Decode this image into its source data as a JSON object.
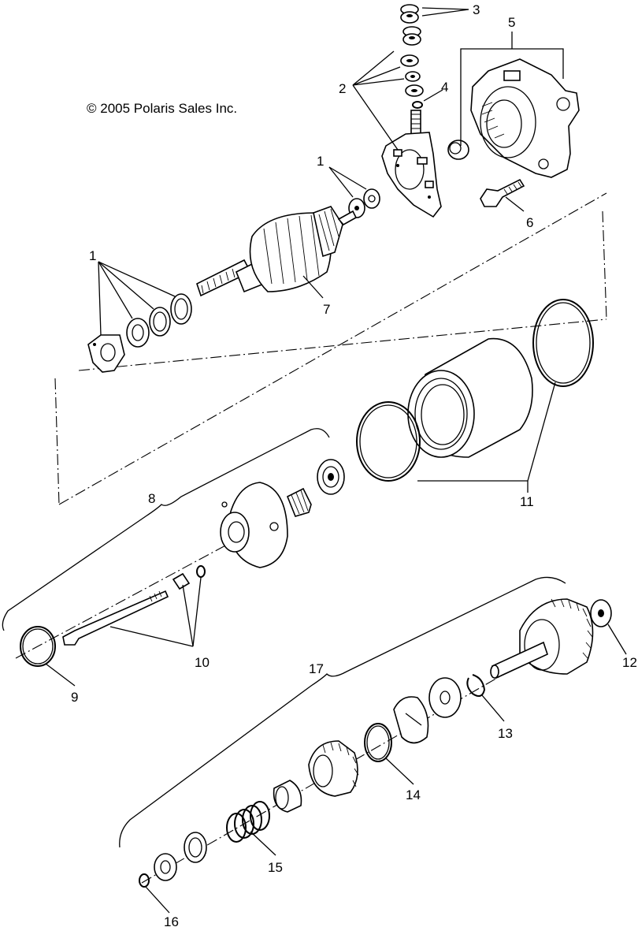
{
  "copyright": "© 2005 Polaris Sales Inc.",
  "callouts": {
    "c1a": "1",
    "c1b": "1",
    "c2": "2",
    "c3": "3",
    "c4": "4",
    "c5": "5",
    "c6": "6",
    "c7": "7",
    "c8": "8",
    "c9": "9",
    "c10": "10",
    "c11": "11",
    "c12": "12",
    "c13": "13",
    "c14": "14",
    "c15": "15",
    "c16": "16",
    "c17": "17"
  }
}
